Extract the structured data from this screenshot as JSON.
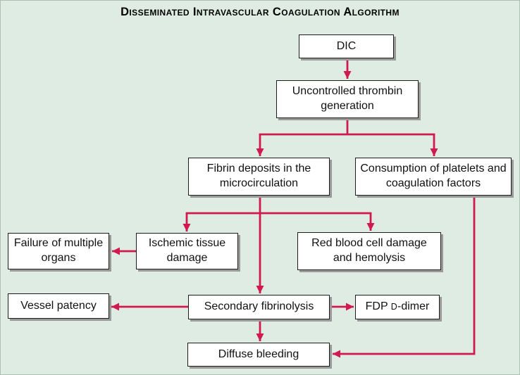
{
  "title": "Disseminated Intravascular Coagulation Algorithm",
  "colors": {
    "background": "#dfece4",
    "arrow": "#d01950",
    "box_fill": "#ffffff",
    "box_border": "#1c1c1c",
    "box_shadow": "#9a9a9a",
    "text": "#111111"
  },
  "nodes": {
    "dic": {
      "label": "DIC"
    },
    "thrombin": {
      "label": "Uncontrolled thrombin generation"
    },
    "fibrin": {
      "label": "Fibrin deposits in the microcirculation"
    },
    "consumption": {
      "label": "Consumption of platelets and coagulation factors"
    },
    "failure": {
      "label": "Failure of multiple organs"
    },
    "ischemic": {
      "label": "Ischemic tissue damage"
    },
    "rbc": {
      "label": "Red blood cell damage and hemolysis"
    },
    "vessel": {
      "label": "Vessel patency"
    },
    "secondary": {
      "label": "Secondary fibrinolysis"
    },
    "fdp": {
      "prefix": "FDP ",
      "small_cap": "D",
      "suffix": "-dimer",
      "full_label": "FDP D-dimer"
    },
    "diffuse": {
      "label": "Diffuse bleeding"
    }
  },
  "edges": [
    {
      "from": "DIC",
      "to": "Uncontrolled thrombin generation"
    },
    {
      "from": "Uncontrolled thrombin generation",
      "to": "Fibrin deposits in the microcirculation"
    },
    {
      "from": "Uncontrolled thrombin generation",
      "to": "Consumption of platelets and coagulation factors"
    },
    {
      "from": "Fibrin deposits in the microcirculation",
      "to": "Ischemic tissue damage"
    },
    {
      "from": "Fibrin deposits in the microcirculation",
      "to": "Red blood cell damage and hemolysis"
    },
    {
      "from": "Fibrin deposits in the microcirculation",
      "to": "Secondary fibrinolysis"
    },
    {
      "from": "Ischemic tissue damage",
      "to": "Failure of multiple organs"
    },
    {
      "from": "Secondary fibrinolysis",
      "to": "Vessel patency"
    },
    {
      "from": "Secondary fibrinolysis",
      "to": "FDP D-dimer"
    },
    {
      "from": "Secondary fibrinolysis",
      "to": "Diffuse bleeding"
    },
    {
      "from": "Consumption of platelets and coagulation factors",
      "to": "Diffuse bleeding"
    }
  ]
}
